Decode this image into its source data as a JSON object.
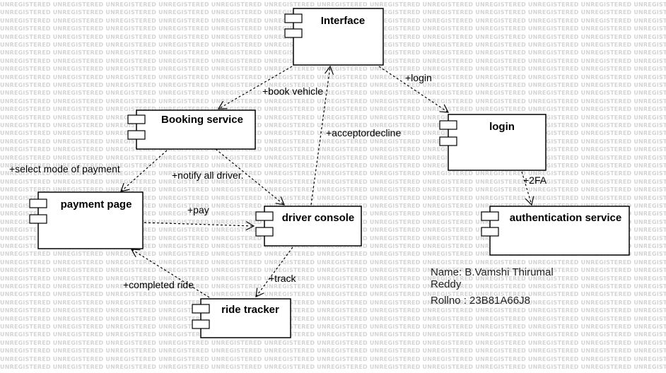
{
  "watermark": {
    "text": "UNREGISTERED"
  },
  "components": [
    {
      "id": "interface",
      "name": "Interface"
    },
    {
      "id": "booking",
      "name": "Booking service"
    },
    {
      "id": "login",
      "name": "login"
    },
    {
      "id": "payment",
      "name": "payment page"
    },
    {
      "id": "driver",
      "name": "driver console"
    },
    {
      "id": "auth",
      "name": "authentication service"
    },
    {
      "id": "tracker",
      "name": "ride tracker"
    }
  ],
  "relations": [
    {
      "from": "interface",
      "to": "booking",
      "label": "+book vehicle"
    },
    {
      "from": "interface",
      "to": "login",
      "label": "+login"
    },
    {
      "from": "driver",
      "to": "interface",
      "label": "+acceptordecline"
    },
    {
      "from": "booking",
      "to": "payment",
      "label": "+select mode of payment"
    },
    {
      "from": "booking",
      "to": "driver",
      "label": "+notify all driver."
    },
    {
      "from": "payment",
      "to": "driver",
      "label": "+pay"
    },
    {
      "from": "login",
      "to": "auth",
      "label": "+2FA"
    },
    {
      "from": "driver",
      "to": "tracker",
      "label": "+track"
    },
    {
      "from": "tracker",
      "to": "payment",
      "label": "+completed ride"
    }
  ],
  "author": {
    "name_line1": "Name: B.Vamshi Thirumal",
    "name_line2": "Reddy",
    "rollno": "Rollno : 23B81A66J8"
  }
}
